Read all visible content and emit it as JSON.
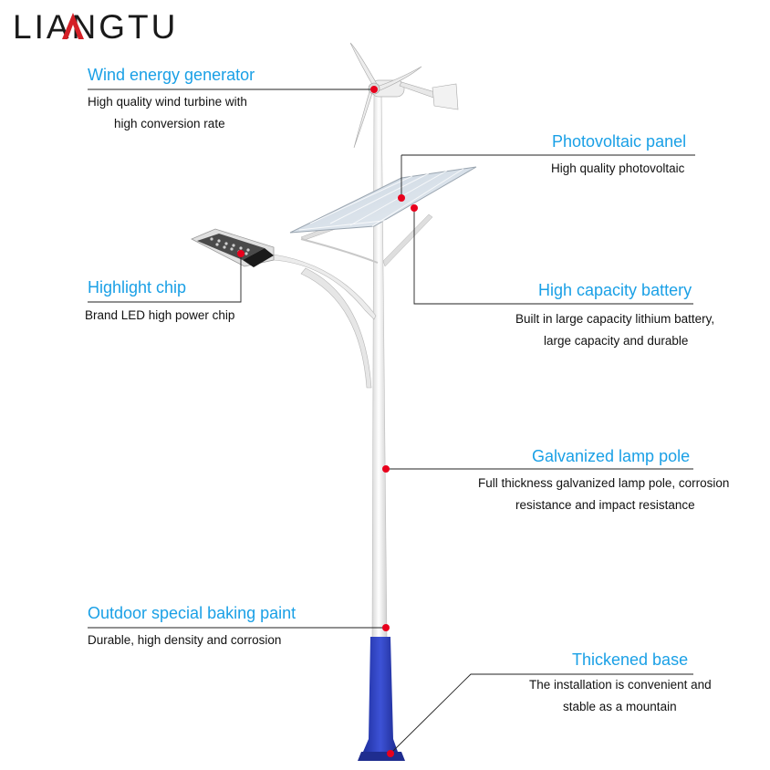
{
  "brand": {
    "logo": "LIANGTU"
  },
  "annotations": {
    "wind": {
      "title": "Wind energy generator",
      "line1": "High quality wind turbine with",
      "line2": "high conversion rate"
    },
    "pv": {
      "title": "Photovoltaic panel",
      "line1": "High quality photovoltaic"
    },
    "chip": {
      "title": "Highlight chip",
      "line1": "Brand LED high power chip"
    },
    "battery": {
      "title": "High capacity battery",
      "line1": "Built in large capacity lithium battery,",
      "line2": "large capacity and durable"
    },
    "pole": {
      "title": "Galvanized lamp pole",
      "line1": "Full thickness galvanized lamp pole, corrosion",
      "line2": "resistance and impact resistance"
    },
    "paint": {
      "title": "Outdoor special baking paint",
      "line1": "Durable, high density and corrosion"
    },
    "base": {
      "title": "Thickened base",
      "line1": "The installation is convenient and",
      "line2": "stable as a mountain"
    }
  },
  "colors": {
    "title_blue": "#1aa0e6",
    "marker_red": "#e8001c",
    "base_blue": "#2b3fc0",
    "pole_white": "#f2f2f2",
    "logo_red": "#d42027"
  }
}
